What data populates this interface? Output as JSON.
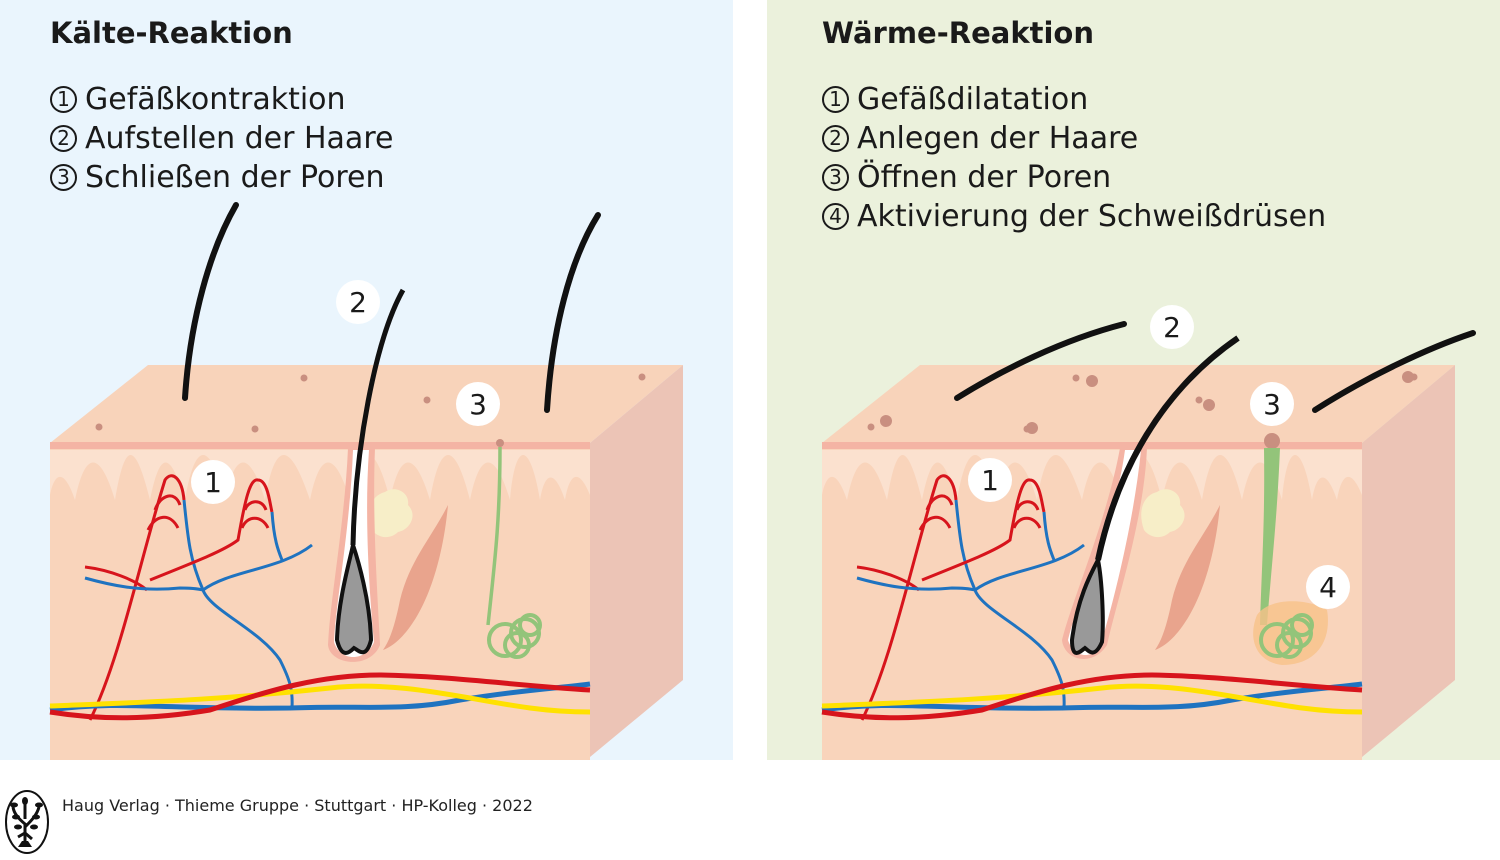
{
  "cold": {
    "title": "Kälte-Reaktion",
    "items": [
      {
        "n": "1",
        "label": "Gefäßkontraktion"
      },
      {
        "n": "2",
        "label": "Aufstellen der Haare"
      },
      {
        "n": "3",
        "label": "Schließen der Poren"
      }
    ],
    "markers": [
      "1",
      "2",
      "3"
    ]
  },
  "warm": {
    "title": "Wärme-Reaktion",
    "items": [
      {
        "n": "1",
        "label": "Gefäßdilatation"
      },
      {
        "n": "2",
        "label": "Anlegen der Haare"
      },
      {
        "n": "3",
        "label": "Öffnen der Poren"
      },
      {
        "n": "4",
        "label": "Aktivierung der Schweißdrüsen"
      }
    ],
    "markers": [
      "1",
      "2",
      "3",
      "4"
    ]
  },
  "footer": {
    "credit": "Haug Verlag · Thieme Gruppe · Stuttgart · HP-Kolleg · 2022",
    "logo": "Haug tree logo"
  },
  "colors": {
    "cold_bg": "#eaf5fd",
    "warm_bg": "#ebf1dc",
    "skin": "#f9d4bb",
    "artery": "#d7141c",
    "vein": "#1f73c0",
    "nerve": "#ffe100",
    "gland": "#93c47a"
  }
}
